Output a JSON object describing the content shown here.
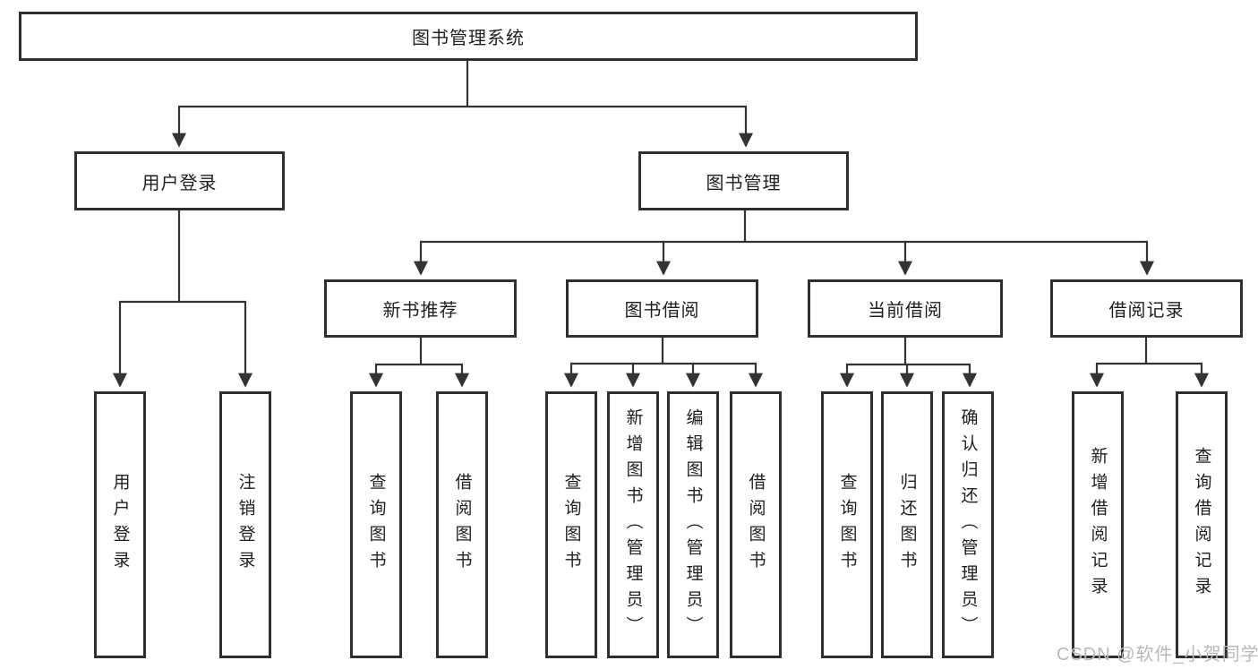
{
  "diagram": {
    "root": {
      "label": "图书管理系统",
      "children": [
        {
          "label": "用户登录",
          "children": [
            {
              "label": "用户登录"
            },
            {
              "label": "注销登录"
            }
          ]
        },
        {
          "label": "图书管理",
          "children": [
            {
              "label": "新书推荐",
              "children": [
                {
                  "label": "查询图书"
                },
                {
                  "label": "借阅图书"
                }
              ]
            },
            {
              "label": "图书借阅",
              "children": [
                {
                  "label": "查询图书"
                },
                {
                  "label": "新增图书（管理员）"
                },
                {
                  "label": "编辑图书（管理员）"
                },
                {
                  "label": "借阅图书"
                }
              ]
            },
            {
              "label": "当前借阅",
              "children": [
                {
                  "label": "查询图书"
                },
                {
                  "label": "归还图书"
                },
                {
                  "label": "确认归还（管理员）"
                }
              ]
            },
            {
              "label": "借阅记录",
              "children": [
                {
                  "label": "新增借阅记录"
                },
                {
                  "label": "查询借阅记录"
                }
              ]
            }
          ]
        }
      ]
    }
  },
  "watermark": {
    "text": "CSDN @软件_小贺同学"
  },
  "colors": {
    "line": "#333333",
    "box_border": "#2f2f2f",
    "text": "#1f1f1f",
    "watermark": "#b9b9b9",
    "background": "#ffffff"
  }
}
